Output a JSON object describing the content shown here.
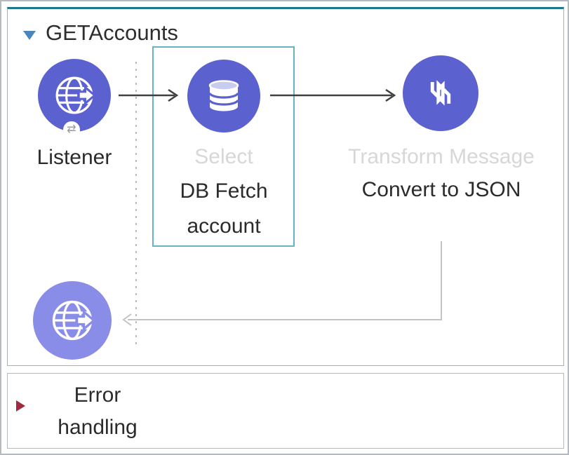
{
  "flow": {
    "title": "GETAccounts",
    "collapse_icon": "triangle-down-icon",
    "nodes": {
      "listener": {
        "label": "Listener",
        "icon": "http-globe-arrow-icon",
        "badge_icon": "exchange-arrows-icon",
        "badge_glyph": "⇄",
        "color": "#5c61d0"
      },
      "select": {
        "type_label": "Select",
        "name": "DB Fetch account",
        "icon": "database-icon",
        "selected": true,
        "color": "#5c61d0"
      },
      "transform": {
        "type_label": "Transform Message",
        "name": "Convert to JSON",
        "icon": "dataweave-icon",
        "color": "#5c61d0"
      },
      "response": {
        "icon": "http-globe-arrow-icon",
        "color": "#8a8de7"
      }
    },
    "colors": {
      "accent_top": "#1e7a92",
      "selection_border": "#66b4c2",
      "connector": "#3f3f3f",
      "return_connector": "#c3c3c3",
      "dashed_guide": "#b8b8b8",
      "muted_label": "#d7d7d7"
    }
  },
  "error_section": {
    "label": "Error handling",
    "expand_icon": "triangle-right-icon",
    "expand_icon_color": "#9e2b3e"
  }
}
